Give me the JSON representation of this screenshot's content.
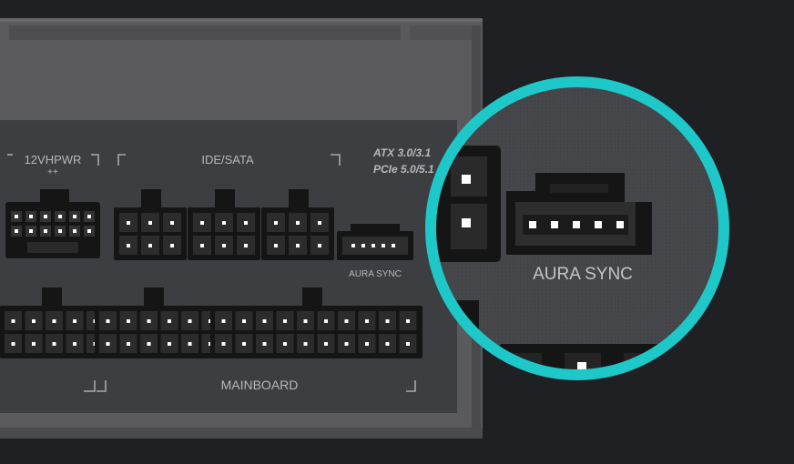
{
  "labels": {
    "hpwr": "12VHPWR",
    "hpwr_sub": "++",
    "idesata": "IDE/SATA",
    "atx": "ATX 3.0/3.1",
    "pcie": "PCIe 5.0/5.1",
    "aura_small": "AURA SYNC",
    "mainboard": "MAINBOARD",
    "aura_zoom": "AURA SYNC"
  },
  "colors": {
    "background": "#1e2024",
    "highlight_ring": "#1ec8c8",
    "panel": "#3d3e42",
    "housing": "#59595c",
    "connector": "#151515",
    "pin": "#ffffff",
    "label": "#b8b8bc"
  }
}
